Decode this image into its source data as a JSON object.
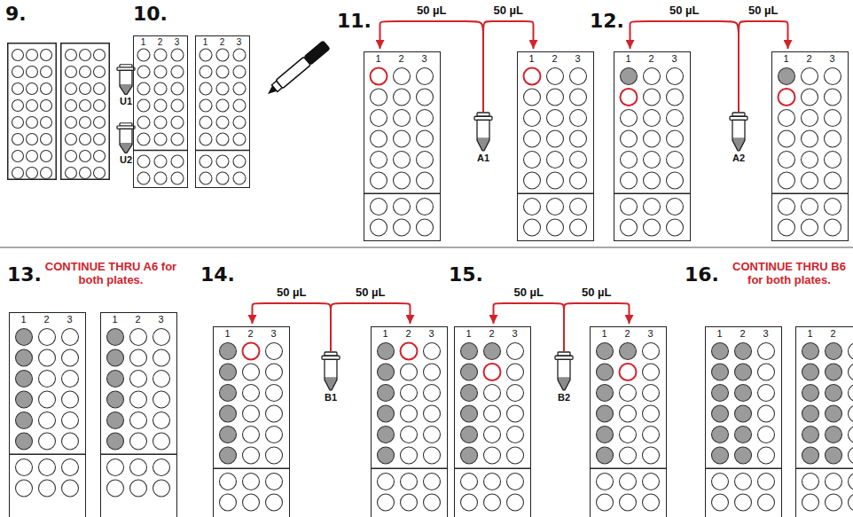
{
  "diagram": {
    "nodes": [
      {
        "text": [
          "U1"
        ]
      },
      {
        "text": [
          "U2"
        ]
      },
      {
        "text": [
          "1",
          "2",
          "3"
        ]
      },
      {
        "text": [
          "1",
          "2",
          "3"
        ]
      },
      {
        "text": [
          "1",
          "2",
          "3"
        ]
      },
      {
        "text": [
          "A1"
        ]
      },
      {
        "text": [
          "1",
          "2",
          "3"
        ]
      },
      {
        "text": [
          "1",
          "2",
          "3"
        ]
      },
      {
        "text": [
          "A2"
        ]
      },
      {
        "text": [
          "1",
          "2",
          "3"
        ]
      },
      {
        "text": [
          "1",
          "2",
          "3"
        ]
      },
      {
        "text": [
          "1",
          "2",
          "3"
        ]
      },
      {
        "text": [
          "1",
          "2",
          "3"
        ]
      },
      {
        "text": [
          "B1"
        ]
      },
      {
        "text": [
          "1",
          "2",
          "3"
        ]
      },
      {
        "text": [
          "1",
          "2",
          "3"
        ]
      },
      {
        "text": [
          "B2"
        ]
      },
      {
        "text": [
          "1",
          "2",
          "3"
        ]
      },
      {
        "text": [
          "1",
          "2",
          "3"
        ]
      },
      {
        "text": [
          "1",
          "2"
        ]
      }
    ],
    "edges": [
      {
        "from": 5,
        "to": 4,
        "arrow": "to",
        "label": "50 µL"
      },
      {
        "from": 5,
        "to": 6,
        "arrow": "to",
        "label": "50 µL"
      },
      {
        "from": 8,
        "to": 7,
        "arrow": "to",
        "label": "50 µL"
      },
      {
        "from": 8,
        "to": 9,
        "arrow": "to",
        "label": "50 µL"
      },
      {
        "from": 13,
        "to": 12,
        "arrow": "to",
        "label": "50 µL"
      },
      {
        "from": 13,
        "to": 14,
        "arrow": "to",
        "label": "50 µL"
      },
      {
        "from": 16,
        "to": 15,
        "arrow": "to",
        "label": "50 µL"
      },
      {
        "from": 16,
        "to": 17,
        "arrow": "to",
        "label": "50 µL"
      }
    ],
    "labels": [
      "9.",
      "10.",
      "11.",
      "12.",
      "13.",
      "CONTINUE THRU A6 for both plates.",
      "14.",
      "15.",
      "16.",
      "CONTINUE THRU B6 for both plates."
    ]
  }
}
